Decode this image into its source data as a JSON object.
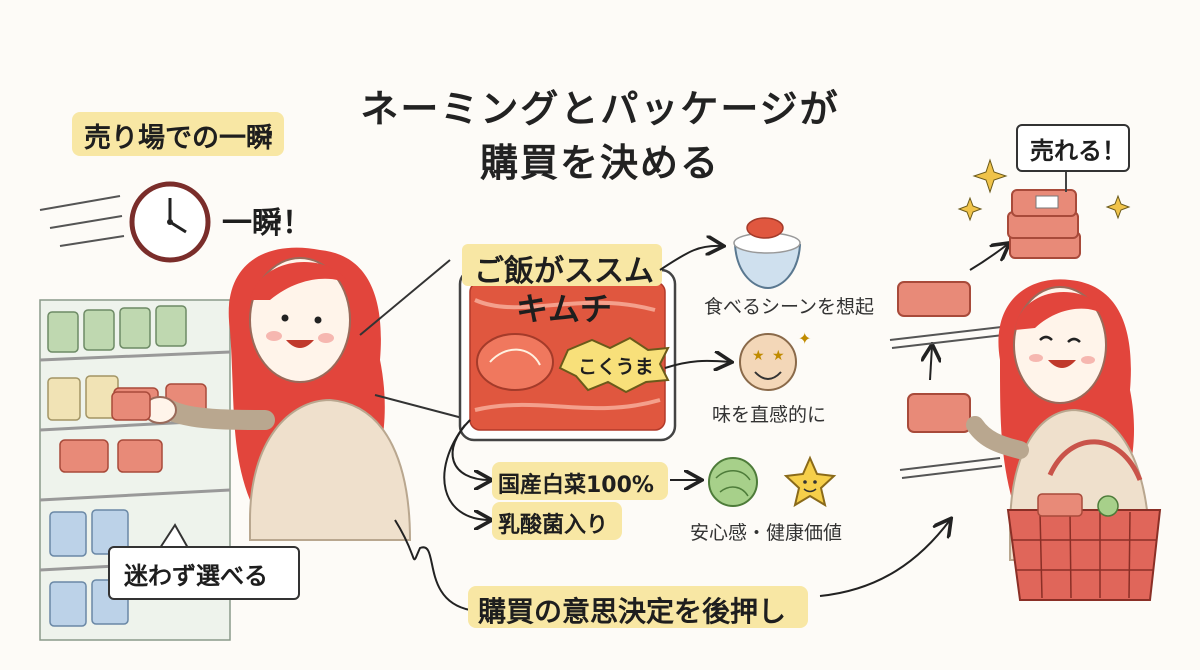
{
  "title": {
    "line1": "ネーミングとパッケージが",
    "line2": "購買を決める"
  },
  "left_scene": {
    "caption": "売り場での一瞬",
    "moment": "一瞬！",
    "speech": "迷わず選べる"
  },
  "package": {
    "name_line1": "ご飯がススム",
    "name_line2": "キムチ",
    "badge": "こくうま"
  },
  "effects": [
    {
      "label": "食べるシーンを想起",
      "icon": "rice-bowl-icon"
    },
    {
      "label": "味を直感的に",
      "icon": "happy-face-icon"
    }
  ],
  "features": [
    "国産白菜100%",
    "乳酸菌入り"
  ],
  "feature_effect": {
    "label": "安心感・健康価値",
    "icons": [
      "cabbage-icon",
      "star-icon"
    ]
  },
  "bottom": {
    "label": "購買の意思決定を後押し"
  },
  "right_scene": {
    "sign": "売れる！"
  },
  "colors": {
    "hair": "#e2453c",
    "kimchi": "#e0573f",
    "highlight_yellow": "#f8e7a4",
    "sweater": "#efe0cc",
    "shelf_green": "#bfd8b0",
    "basket": "#e0665a"
  }
}
